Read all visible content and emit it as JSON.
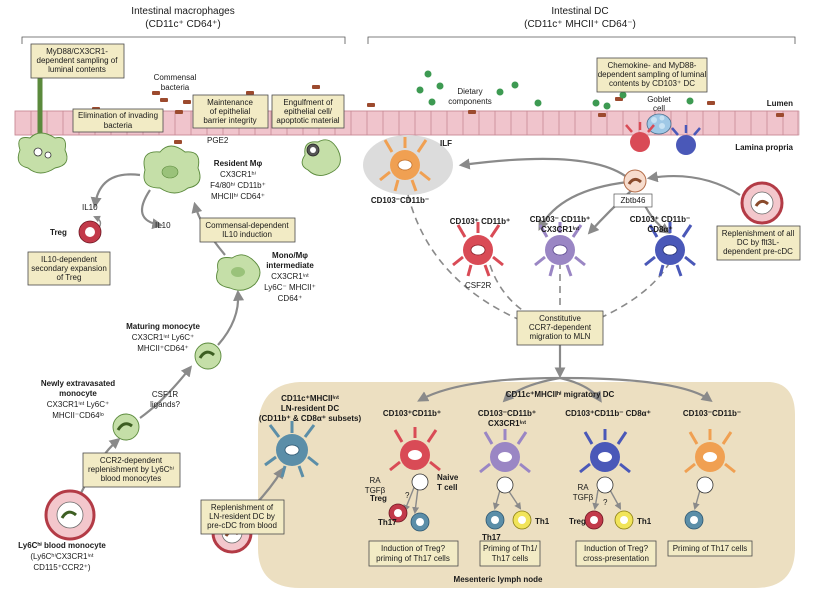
{
  "headers": {
    "macrophages_title": "Intestinal macrophages",
    "macrophages_subtitle": "(CD11c⁺ CD64⁺)",
    "dc_title": "Intestinal DC",
    "dc_subtitle": "(CD11c⁺ MHCII⁺ CD64⁻)"
  },
  "region_labels": {
    "lumen": "Lumen",
    "lamina_propria": "Lamina propria",
    "mln": "Mesenteric lymph node",
    "ilf": "ILF",
    "commensal": [
      "Commensal",
      "bacteria"
    ],
    "dietary": [
      "Dietary",
      "components"
    ],
    "goblet": [
      "Goblet",
      "cell"
    ],
    "pge2": "PGE2",
    "il10_a": "IL10",
    "il10_b": "IL10",
    "treg": "Treg",
    "csf2r": "CSF2R",
    "zbtb46": "Zbtb46",
    "csf1r": [
      "CSF1R",
      "ligands?"
    ],
    "migratory_dc": "CD11c⁺MHCIIʰⁱ migratory DC"
  },
  "boxes": {
    "myd88": [
      "MyD88/CX3CR1-",
      "dependent sampling of",
      "luminal contents"
    ],
    "elimination": [
      "Elimination of invading",
      "bacteria"
    ],
    "barrier": [
      "Maintenance",
      "of epithelial",
      "barrier integrity"
    ],
    "engulfment": [
      "Engulfment of",
      "epithelial cell/",
      "apoptotic material"
    ],
    "chemokine": [
      "Chemokine- and MyD88-",
      "dependent sampling of luminal",
      "contents by CD103⁺ DC"
    ],
    "il10_expansion": [
      "IL10-dependent",
      "secondary expansion",
      "of Treg"
    ],
    "commensal_il10": [
      "Commensal-dependent",
      "IL10 induction"
    ],
    "replenish_all": [
      "Replenishment of all",
      "DC by flt3L-",
      "dependent pre-cDC"
    ],
    "ccr7": [
      "Constitutive",
      "CCR7-dependent",
      "migration to MLN"
    ],
    "ccr2": [
      "CCR2-dependent",
      "replenishment by Ly6Cʰⁱ",
      "blood monocytes"
    ],
    "replenish_ln": [
      "Replenishment of",
      "LN-resident DC by",
      "pre-cDC from blood"
    ],
    "induction_treg_th17": [
      "Induction of Treg?",
      "priming of Th17 cells"
    ],
    "priming_th1_th17": [
      "Priming of Th1/",
      "Th17 cells"
    ],
    "induction_cross": [
      "Induction of Treg?",
      "cross-presentation"
    ],
    "priming_th17": "Priming of Th17 cells"
  },
  "cell_labels": {
    "resident_mphi": [
      "Resident Mφ",
      "CX3CR1ʰⁱ",
      "F4/80ʰⁱ CD11b⁺",
      "MHCIIʰⁱ CD64⁺"
    ],
    "mono_intermediate": [
      "Mono/Mφ",
      "intermediate",
      "CX3CR1ⁱⁿᵗ",
      "Ly6C⁻ MHCII⁺",
      "CD64⁺"
    ],
    "maturing_monocyte": [
      "Maturing monocyte",
      "CX3CR1ⁱⁿᵗ Ly6C⁺",
      "MHCII⁺CD64⁺"
    ],
    "newly_extravasated": [
      "Newly extravasated",
      "monocyte",
      "CX3CR1ⁱⁿᵗ Ly6C⁺",
      "MHCII⁻CD64ˡᵒ"
    ],
    "blood_monocyte": [
      "Ly6Cʰⁱ blood monocyte",
      "(Ly6CʰⁱCX3CR1ⁱⁿᵗ",
      "CD115⁺CCR2⁺)"
    ],
    "lp_cd103neg_cd11bneg": "CD103⁻CD11b⁻",
    "lp_cd103_cd11b": "CD103⁺ CD11b⁺",
    "lp_cd103neg_cd11b_cx3cr1": [
      "CD103⁻ CD11b⁺",
      "CX3CR1ⁱⁿᵗ"
    ],
    "lp_cd103_cd8": [
      "CD103⁺ CD11b⁻",
      "CD8α⁺"
    ],
    "ln_resident": [
      "CD11c⁺MHCIIⁱⁿᵗ",
      "LN-resident DC",
      "(CD11b⁺ & CD8α⁺ subsets)"
    ],
    "mln_cd103_cd11b": "CD103⁺CD11b⁺",
    "mln_cd103neg_cd11b": [
      "CD103⁻CD11b⁺",
      "CX3CR1ⁱⁿᵗ"
    ],
    "mln_cd103_cd8": "CD103⁺CD11b⁻ CD8α⁺",
    "mln_cd103neg_cd11bneg": "CD103⁻CD11b⁻"
  },
  "tcell_labels": {
    "ra_tgfb_1": [
      "RA",
      "TGFβ"
    ],
    "ra_tgfb_2": [
      "RA",
      "TGFβ"
    ],
    "naive": [
      "Naive",
      "T cell"
    ],
    "treg_1": "Treg",
    "th17_1": "Th17",
    "th17_2": "Th17",
    "th1_2": "Th1",
    "treg_3": "Treg",
    "th1_3": "Th1",
    "q1": "?",
    "q2": "?"
  },
  "colors": {
    "epithelium": "#f0c4cc",
    "epithelium_border": "#c98a96",
    "mln_bg": "#ecdfc1",
    "box_fill": "#f2ebc5",
    "macrophage": "#c5dfa8",
    "dc_red": "#d94b56",
    "dc_purple": "#9a86c4",
    "dc_blue": "#4a58b8",
    "dc_orange": "#f0a052",
    "dc_teal": "#5b8ea8",
    "bacteria": "#9c4a2e",
    "dietary": "#3d9a52",
    "arrow": "#8a8a8a"
  }
}
